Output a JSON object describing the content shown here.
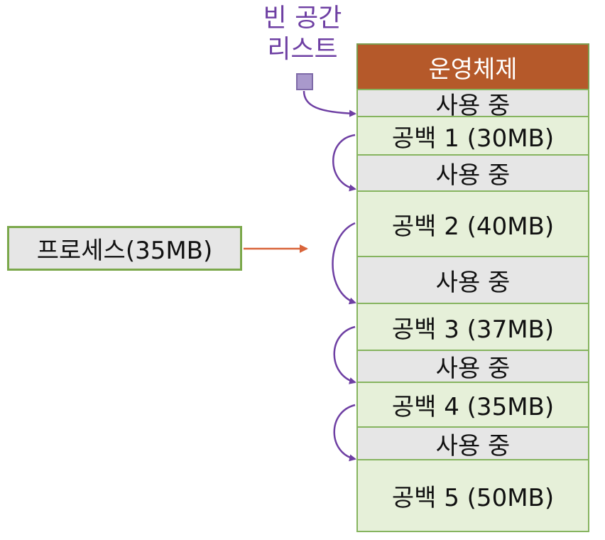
{
  "free_list_label": {
    "line1": "빈 공간",
    "line2": "리스트"
  },
  "process": {
    "label": "프로세스(35MB)"
  },
  "memory_blocks": [
    {
      "kind": "os",
      "label": "운영체제"
    },
    {
      "kind": "used",
      "label": "사용 중"
    },
    {
      "kind": "free",
      "label": "공백 1 (30MB)"
    },
    {
      "kind": "used",
      "label": "사용 중"
    },
    {
      "kind": "free",
      "label": "공백 2 (40MB)"
    },
    {
      "kind": "used",
      "label": "사용 중"
    },
    {
      "kind": "free",
      "label": "공백 3 (37MB)"
    },
    {
      "kind": "used",
      "label": "사용 중"
    },
    {
      "kind": "free",
      "label": "공백 4 (35MB)"
    },
    {
      "kind": "used",
      "label": "사용 중"
    },
    {
      "kind": "free",
      "label": "공백 5 (50MB)"
    }
  ],
  "colors": {
    "os_block": "#b5592a",
    "used_block": "#e6e6e6",
    "free_block": "#e6f0d9",
    "block_border": "#86b45f",
    "list_link": "#6e3fa3",
    "process_arrow": "#d9643a"
  }
}
